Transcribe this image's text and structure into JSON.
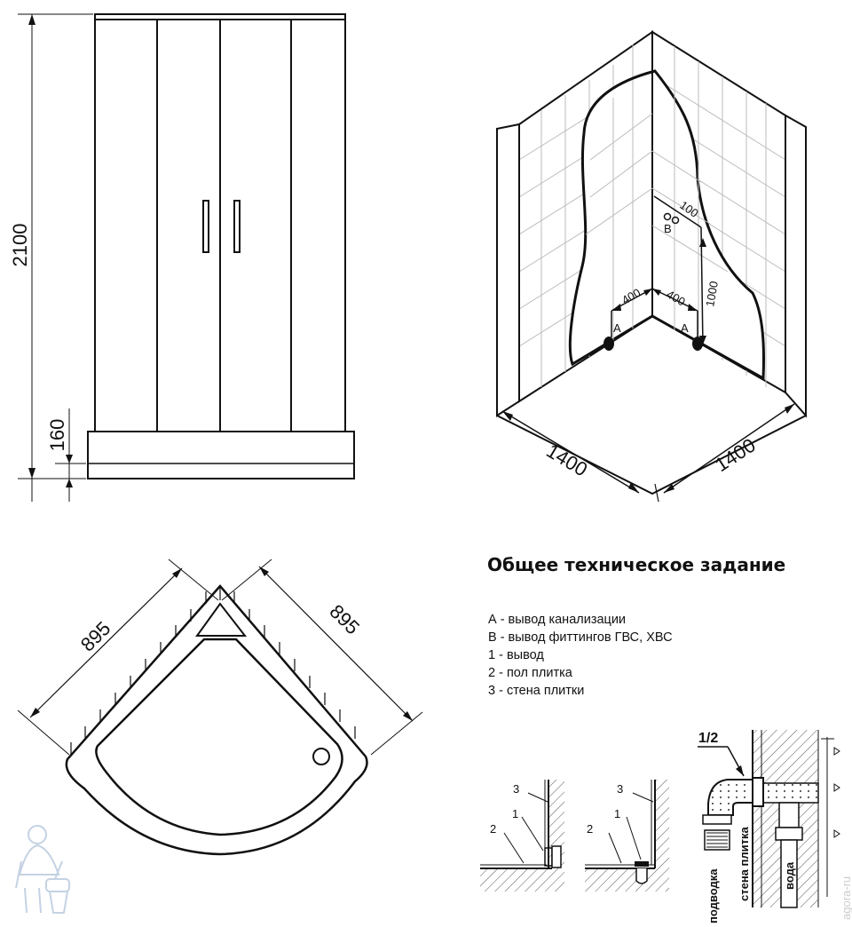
{
  "front_view": {
    "height_total": "2100",
    "tray_height": "160"
  },
  "corner_view": {
    "width_left": "1400",
    "width_right": "1400",
    "dist_left": "400",
    "dist_right": "400",
    "height_fittings": "1000",
    "offset_fittings": "100",
    "point_a_left": "A",
    "point_a_right": "A",
    "point_b": "B"
  },
  "tray_view": {
    "side_left": "895",
    "side_right": "895"
  },
  "spec": {
    "title": "Общее техническое задание",
    "legend": [
      "А - вывод канализации",
      "В - вывод фиттингов ГВС, ХВС",
      "1 - вывод",
      "2 - пол плитка",
      "3 - стена плитки"
    ]
  },
  "details": {
    "detail1": {
      "n1": "1",
      "n2": "2",
      "n3": "3"
    },
    "detail2": {
      "n1": "1",
      "n2": "2",
      "n3": "3"
    },
    "pipe": {
      "fraction": "1/2",
      "labels": [
        "подводка",
        "стена плитка",
        "вода"
      ]
    }
  },
  "watermark": "agora-ru"
}
